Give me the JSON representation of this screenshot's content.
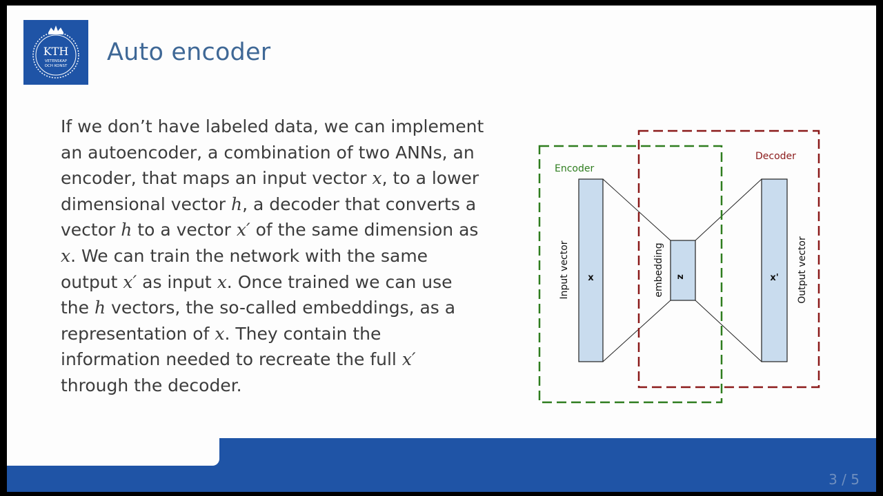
{
  "slide": {
    "title": "Auto encoder",
    "page_number": "3 / 5"
  },
  "logo": {
    "wordmark": "KTH",
    "line1": "VETENSKAP",
    "line2": "OCH KONST"
  },
  "body_lines": [
    [
      "If we don’t have labeled data, we can implement"
    ],
    [
      "an autoencoder, a combination of two ANNs, an"
    ],
    [
      "encoder, that maps an input vector ",
      {
        "i": "x"
      },
      ", to a lower"
    ],
    [
      "dimensional vector ",
      {
        "i": "h"
      },
      ", a decoder that converts a"
    ],
    [
      "vector ",
      {
        "i": "h"
      },
      " to a vector ",
      {
        "i": "x′"
      },
      " of the same dimension as"
    ],
    [
      {
        "i": "x"
      },
      ". We can train the network with the same"
    ],
    [
      "output ",
      {
        "i": "x′"
      },
      " as input ",
      {
        "i": "x"
      },
      ". Once trained we can use"
    ],
    [
      "the ",
      {
        "i": "h"
      },
      " vectors, the so-called embeddings, as a"
    ],
    [
      "representation of ",
      {
        "i": "x"
      },
      ". They contain the"
    ],
    [
      "information needed to recreate the full ",
      {
        "i": "x′"
      }
    ],
    [
      "through the decoder."
    ]
  ],
  "diagram": {
    "encoder_label": "Encoder",
    "decoder_label": "Decoder",
    "input_vector_label": "Input vector",
    "embedding_label": "embedding",
    "output_vector_label": "Output vector",
    "input_symbol": "x",
    "embedding_symbol": "z",
    "output_symbol": "x'",
    "colors": {
      "encoder": "#2e7d1e",
      "decoder": "#8b1a1a",
      "box_fill": "#c9dcee",
      "box_stroke": "#222222"
    }
  }
}
